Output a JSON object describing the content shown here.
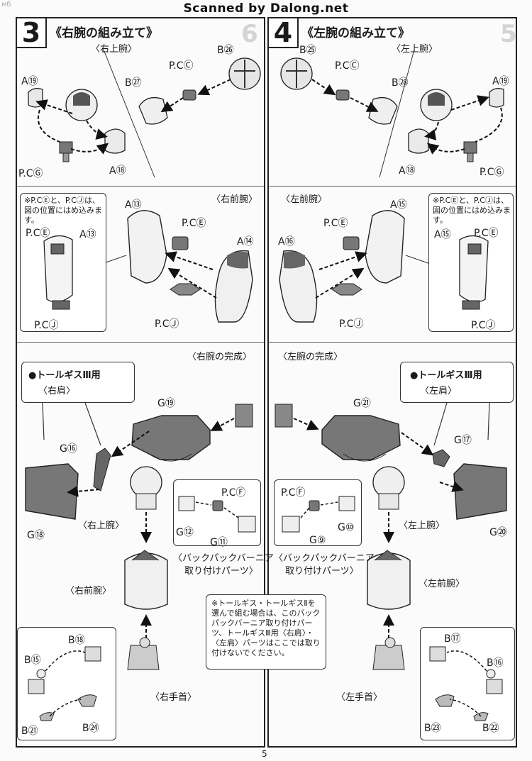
{
  "watermark": "Scanned by Dalong.net",
  "corner_text": "мб",
  "page_number": "5",
  "ghost_steps": [
    "6",
    "5"
  ],
  "step3": {
    "number": "3",
    "title": "《右腕の組み立て》",
    "upper_arm": {
      "heading": "〈右上腕〉",
      "labels": [
        "A⑲",
        "P.CⒸ",
        "B㉗",
        "B㉖",
        "P.CⒼ",
        "A⑱"
      ]
    },
    "forearm": {
      "heading": "〈右前腕〉",
      "note": "※P.CⒺと、P.CⒿは、図の位置にはめ込みます。",
      "inset_labels": [
        "P.CⒺ",
        "A⑬",
        "P.CⒿ"
      ],
      "labels": [
        "A⑬",
        "P.CⒺ",
        "A⑭",
        "P.CⒿ"
      ]
    },
    "complete": {
      "heading": "〈右腕の完成〉",
      "callout_line1": "●トールギスⅢ用",
      "callout_line2": "〈右肩〉",
      "labels": [
        "G⑲",
        "G⑯",
        "G⑱",
        "〈右上腕〉",
        "〈右前腕〉",
        "〈右手首〉"
      ],
      "backpack_labels": [
        "P.CⒻ",
        "G⑫",
        "G⑪"
      ],
      "backpack_caption_1": "〈バックパックバーニア",
      "backpack_caption_2": "取り付けパーツ〉",
      "wrist_labels": [
        "B⑱",
        "B⑮",
        "B㉑",
        "B㉔"
      ]
    }
  },
  "step4": {
    "number": "4",
    "title": "《左腕の組み立て》",
    "upper_arm": {
      "heading": "〈左上腕〉",
      "labels": [
        "B㉕",
        "P.CⒸ",
        "B㉘",
        "A⑲",
        "A⑱",
        "P.CⒼ"
      ]
    },
    "forearm": {
      "heading": "〈左前腕〉",
      "note": "※P.CⒺと、P.CⒿは、図の位置にはめ込みます。",
      "inset_labels": [
        "A⑮",
        "P.CⒺ",
        "P.CⒿ"
      ],
      "labels": [
        "A⑮",
        "P.CⒺ",
        "A⑯",
        "P.CⒿ"
      ]
    },
    "complete": {
      "heading": "〈左腕の完成〉",
      "callout_line1": "●トールギスⅢ用",
      "callout_line2": "〈左肩〉",
      "labels": [
        "G㉑",
        "G⑰",
        "G⑳",
        "〈左上腕〉",
        "〈左前腕〉",
        "〈左手首〉"
      ],
      "backpack_labels": [
        "P.CⒻ",
        "G⑩",
        "G⑨"
      ],
      "backpack_caption_1": "〈バックパックバーニア",
      "backpack_caption_2": "取り付けパーツ〉",
      "wrist_labels": [
        "B⑰",
        "B⑯",
        "B㉓",
        "B㉒"
      ]
    }
  },
  "center_note": "※トールギス・トールギスⅡを選んで組む場合は、このバックパックバーニア取り付けパーツ、トールギスⅢ用〈右肩〉・〈左肩〉パーツはここでは取り付けないでください。"
}
